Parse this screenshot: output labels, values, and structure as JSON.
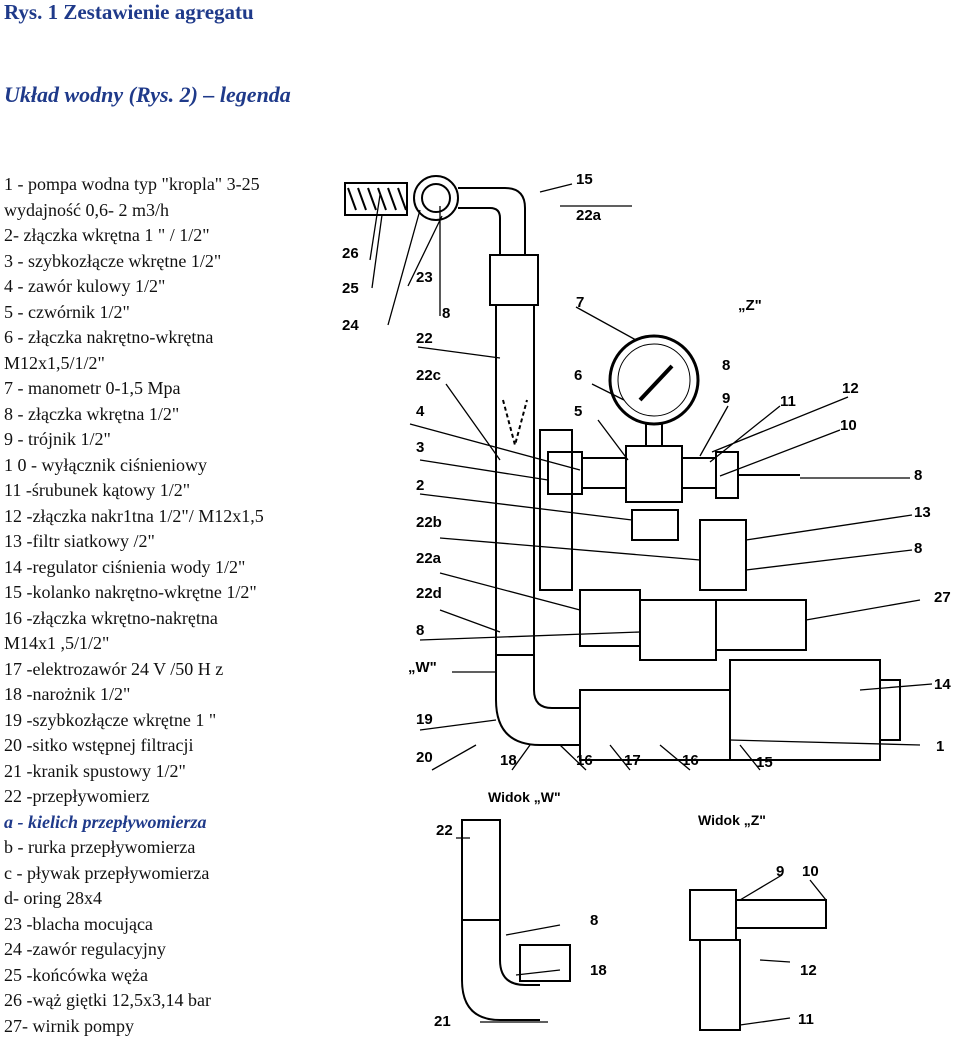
{
  "title": "Rys. 1 Zestawienie agregatu",
  "subtitle": "Układ wodny (Rys. 2) – legenda",
  "legend": [
    "1 - pompa wodna typ \"kropla\" 3-25",
    "wydajność 0,6- 2 m3/h",
    "2- złączka wkrętna 1 \" / 1/2\"",
    "3 - szybkozłącze wkrętne 1/2\"",
    "4 - zawór kulowy 1/2\"",
    "5 - czwórnik 1/2\"",
    "6 - złączka nakrętno-wkrętna",
    "M12x1,5/1/2\"",
    "7 - manometr 0-1,5 Mpa",
    "8 - złączka wkrętna 1/2\"",
    "9 - trójnik 1/2\"",
    "1 0 - wyłącznik ciśnieniowy",
    "11 -śrubunek kątowy 1/2\"",
    "12 -złączka nakr1tna 1/2\"/ M12x1,5",
    "13 -filtr siatkowy /2\"",
    "14 -regulator ciśnienia wody 1/2\"",
    "15 -kolanko nakrętno-wkrętne 1/2\"",
    "16 -złączka wkrętno-nakrętna",
    "M14x1 ,5/1/2\"",
    "17 -elektrozawór 24 V /50 H z",
    "18 -narożnik 1/2\"",
    "19 -szybkozłącze wkrętne 1 \"",
    "20 -sitko wstępnej filtracji",
    "21 -kranik spustowy 1/2\"",
    "22 -przepływomierz",
    "a - kielich przepływomierza",
    "b - rurka przepływomierza",
    "c - pływak przepływomierza",
    "d- oring 28x4",
    "23 -blacha mocująca",
    "24 -zawór regulacyjny",
    "25 -końcówka węża",
    "26 -wąż giętki 12,5x3,14 bar",
    "27- wirnik pompy"
  ],
  "diagram": {
    "labels": {
      "l15": "15",
      "l22a_top": "22a",
      "l26": "26",
      "l23": "23",
      "l25": "25",
      "l7": "7",
      "lZ": "„Z\"",
      "l8a": "8",
      "l24": "24",
      "l22": "22",
      "l8b": "8",
      "l22c": "22c",
      "l6": "6",
      "l12": "12",
      "l9": "9",
      "l11": "11",
      "l4": "4",
      "l5": "5",
      "l10": "10",
      "l3": "3",
      "l8c": "8",
      "l2": "2",
      "l13": "13",
      "l22b": "22b",
      "l8d": "8",
      "l22a": "22a",
      "l22d": "22d",
      "l27": "27",
      "l8e": "8",
      "lW": "„W\"",
      "l14": "14",
      "l19": "19",
      "l1": "1",
      "l20": "20",
      "l18": "18",
      "l16a": "16",
      "l17": "17",
      "l16b": "16",
      "l15b": "15",
      "vw_title": "Widok „W\"",
      "vz_title": "Widok „Z\"",
      "vw22": "22",
      "vz9": "9",
      "vz10": "10",
      "vw8": "8",
      "vw18": "18",
      "vz12": "12",
      "vw21": "21",
      "vz11": "11"
    }
  }
}
